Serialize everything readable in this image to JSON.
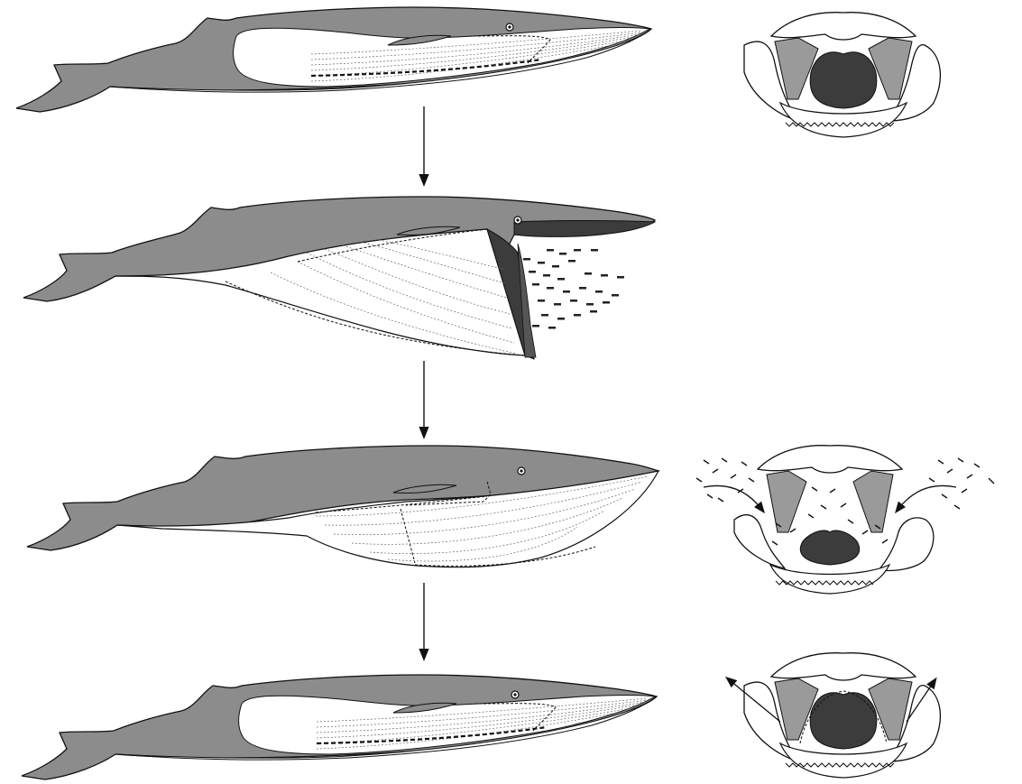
{
  "figure": {
    "description_text": "",
    "stages": [
      {
        "id": "stage-1",
        "state": "resting",
        "has_cross_section": true
      },
      {
        "id": "stage-2",
        "state": "engulfing prey",
        "has_cross_section": false
      },
      {
        "id": "stage-3",
        "state": "mouth closed, filtering",
        "has_cross_section": true
      },
      {
        "id": "stage-4",
        "state": "pouch contracted",
        "has_cross_section": true
      }
    ],
    "colors": {
      "body": "#8c8c8c",
      "dark": "#3c3c3c",
      "muscle": "#9a9a9a",
      "line": "#111111",
      "background": "#ffffff"
    }
  }
}
